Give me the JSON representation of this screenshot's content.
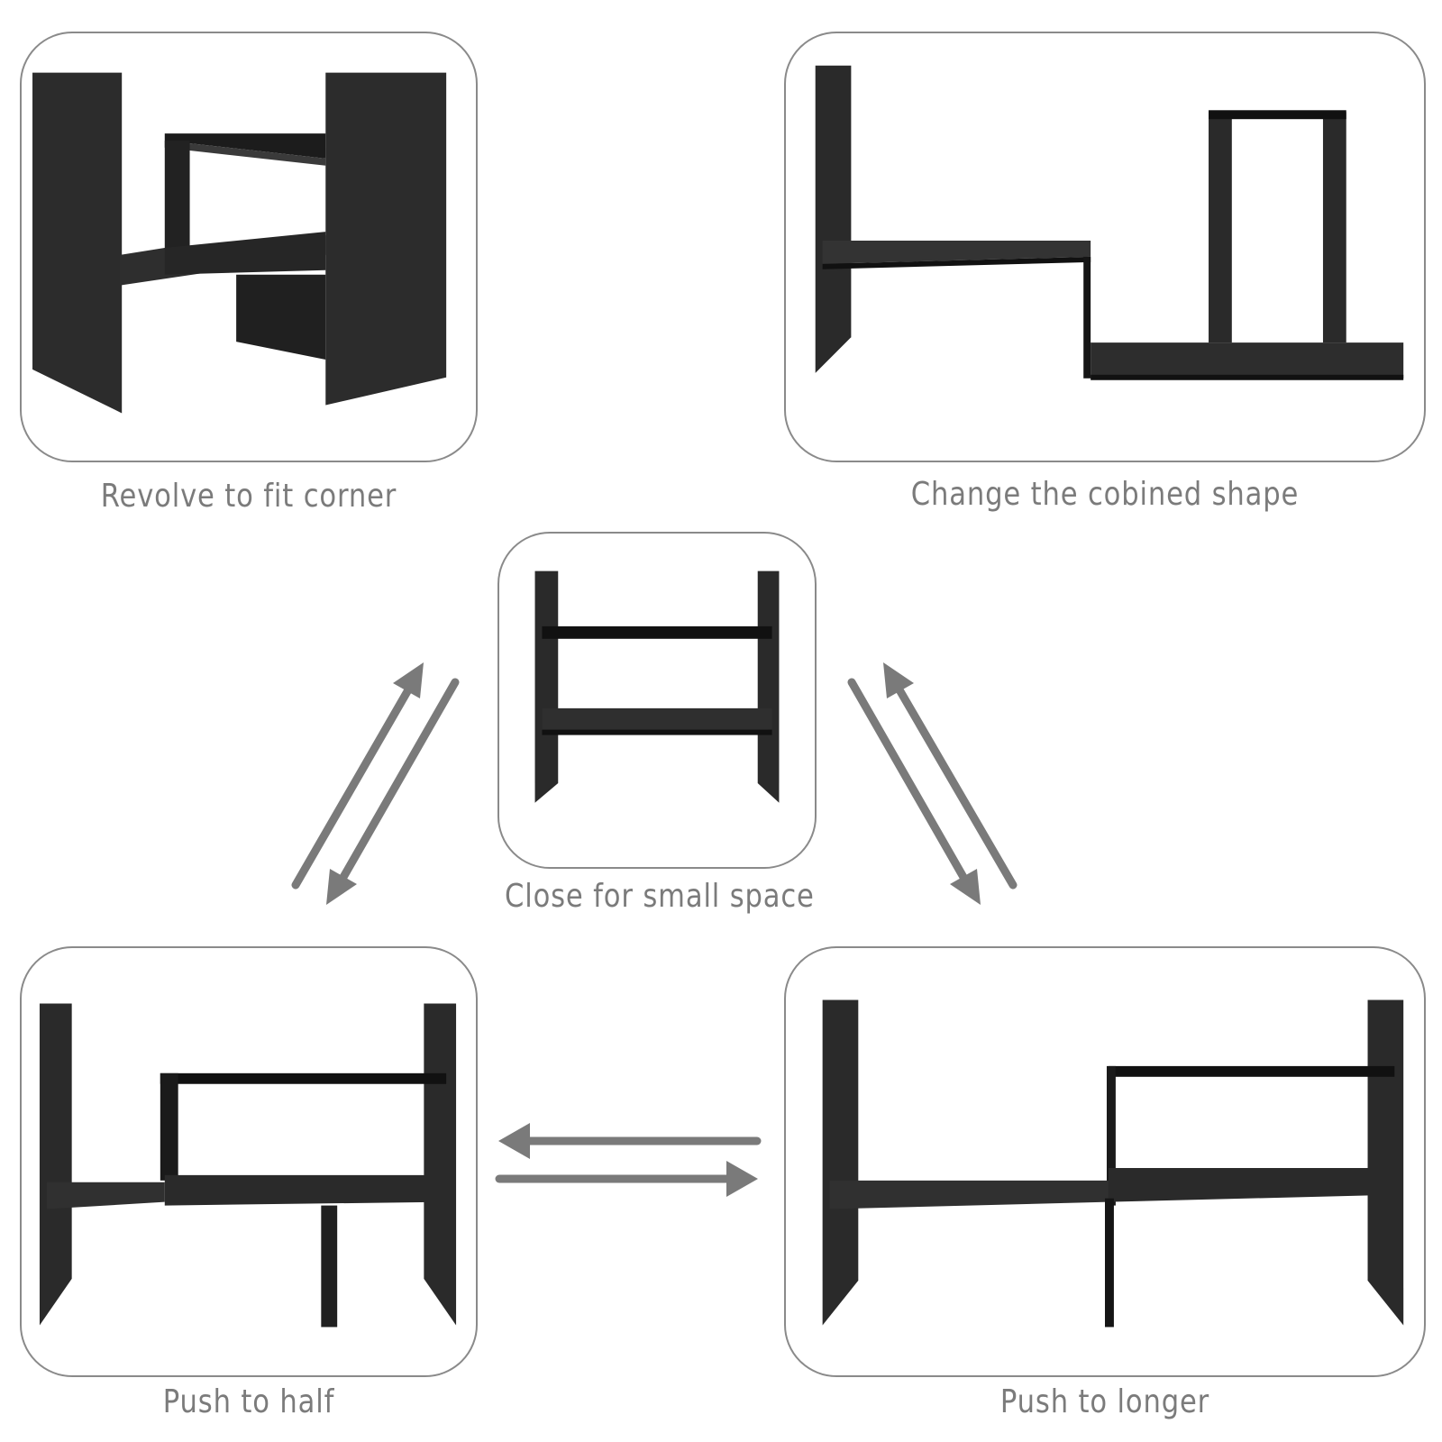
{
  "colors": {
    "panel_border": "#8a8a8a",
    "caption_text": "#7b7b7b",
    "arrow": "#7a7a7a",
    "shelf": "#2a2a2a",
    "shelf_dark": "#141414",
    "background": "#ffffff"
  },
  "panels": {
    "corner": {
      "caption": "Revolve to fit corner"
    },
    "shape": {
      "caption": "Change the cobined shape"
    },
    "small": {
      "caption": "Close for small space"
    },
    "half": {
      "caption": "Push to half"
    },
    "longer": {
      "caption": "Push to longer"
    }
  }
}
